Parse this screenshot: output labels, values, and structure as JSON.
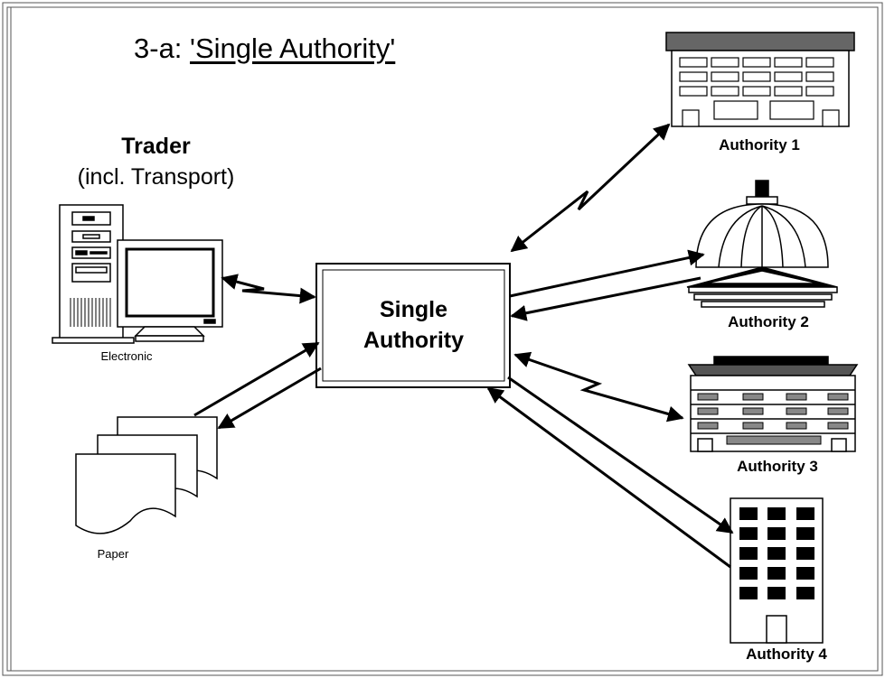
{
  "diagram": {
    "title_prefix": "3-a: ",
    "title_underlined": "'Single Authority'",
    "trader": {
      "title": "Trader",
      "subtitle": "(incl. Transport)",
      "electronic_label": "Electronic",
      "paper_label": "Paper"
    },
    "center": {
      "line1": "Single",
      "line2": "Authority"
    },
    "authorities": [
      {
        "label": "Authority 1",
        "link": "electronic"
      },
      {
        "label": "Authority 2",
        "link": "paper"
      },
      {
        "label": "Authority 3",
        "link": "electronic"
      },
      {
        "label": "Authority 4",
        "link": "paper"
      }
    ],
    "icons": {
      "computer": "computer-icon",
      "paper": "paper-documents-icon",
      "authority_1": "office-building-icon",
      "authority_2": "domed-government-building-icon",
      "authority_3": "low-rise-building-icon",
      "authority_4": "tower-building-icon",
      "lightning": "lightning-link-icon"
    }
  }
}
